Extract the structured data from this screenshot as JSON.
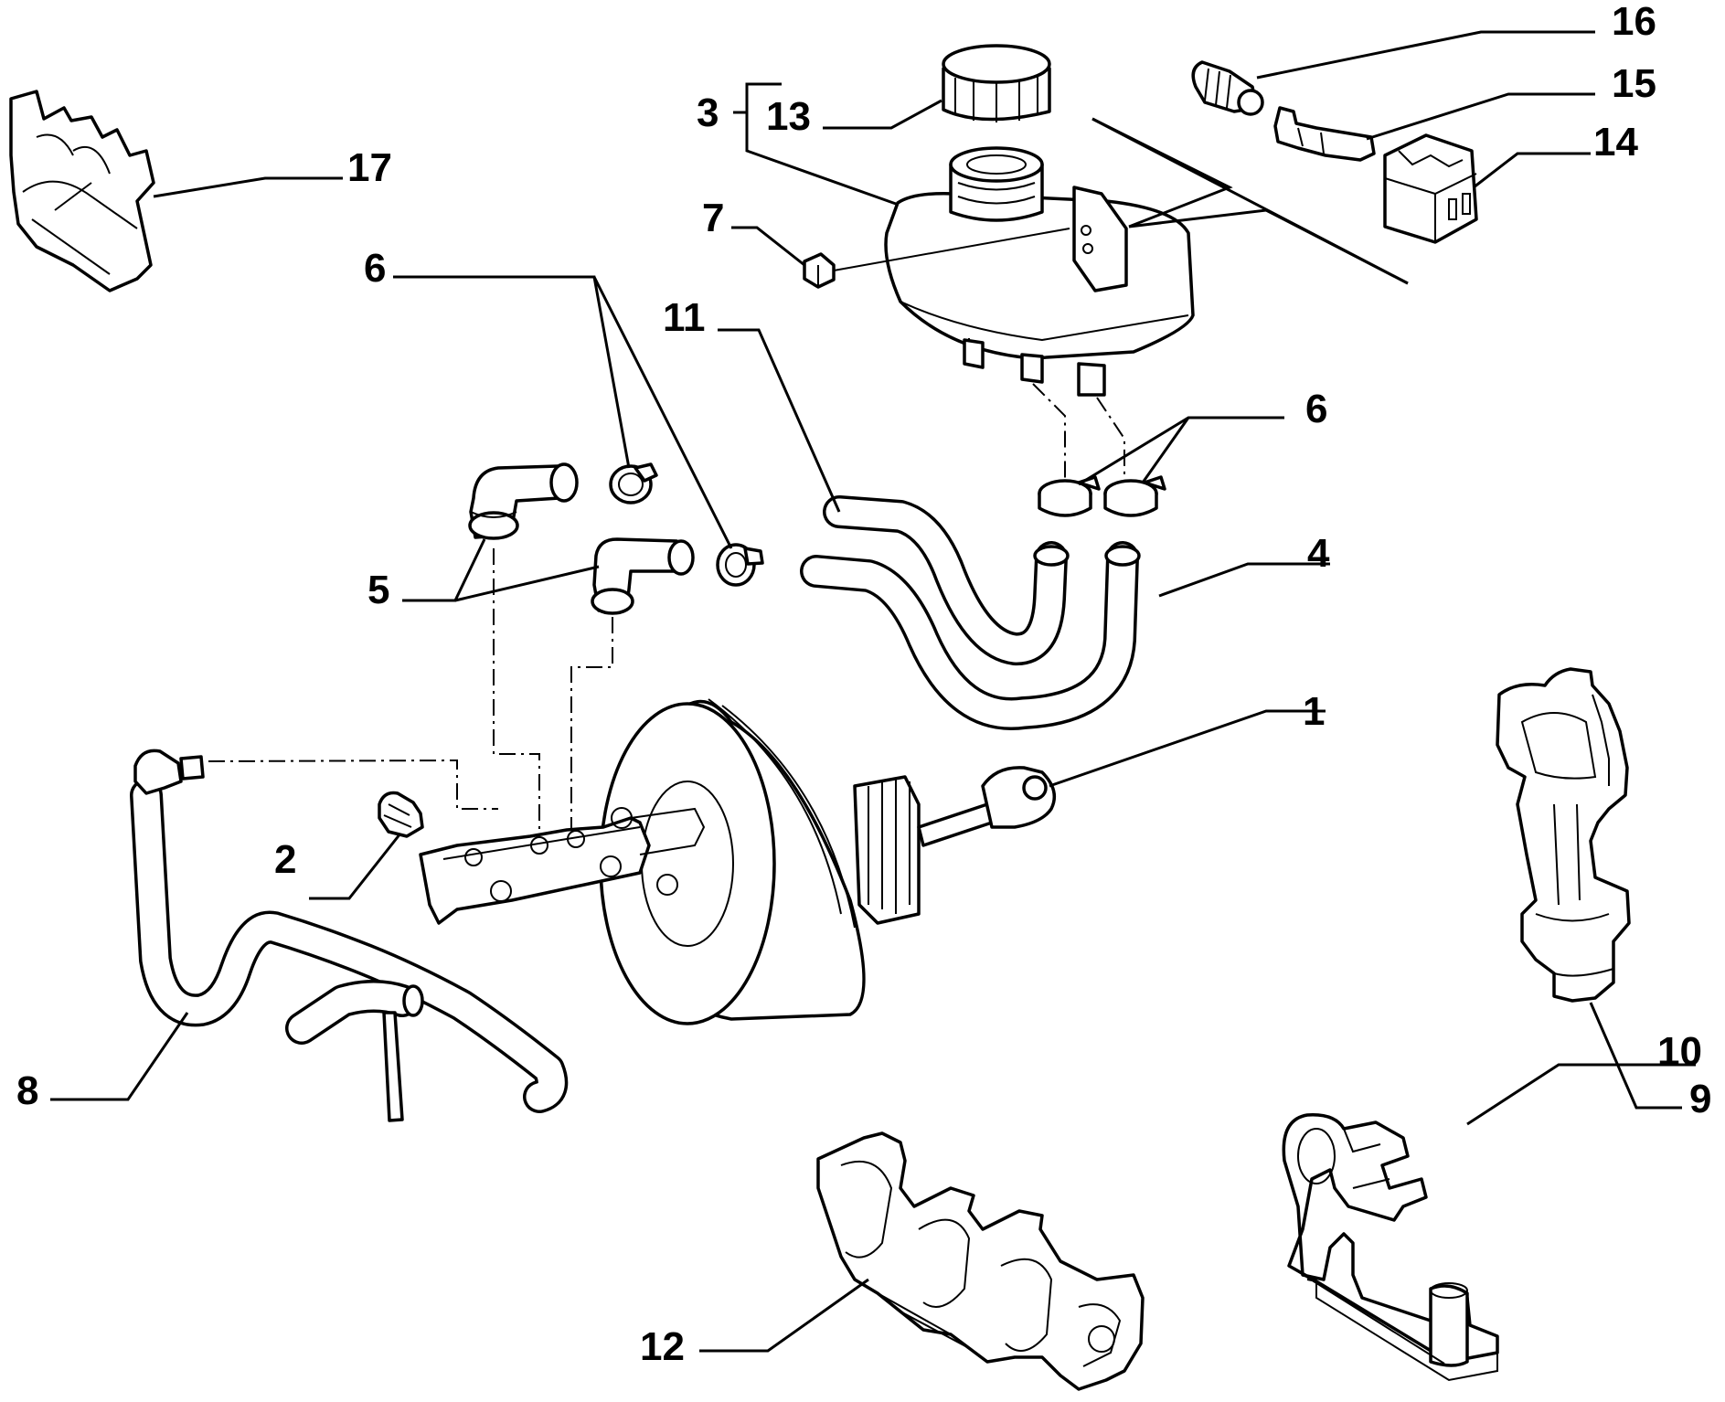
{
  "diagram": {
    "callouts": [
      {
        "id": "c1",
        "label": "1"
      },
      {
        "id": "c2",
        "label": "2"
      },
      {
        "id": "c3",
        "label": "3"
      },
      {
        "id": "c4",
        "label": "4"
      },
      {
        "id": "c5",
        "label": "5"
      },
      {
        "id": "c6a",
        "label": "6"
      },
      {
        "id": "c6b",
        "label": "6"
      },
      {
        "id": "c7",
        "label": "7"
      },
      {
        "id": "c8",
        "label": "8"
      },
      {
        "id": "c9",
        "label": "9"
      },
      {
        "id": "c10",
        "label": "10"
      },
      {
        "id": "c11",
        "label": "11"
      },
      {
        "id": "c12",
        "label": "12"
      },
      {
        "id": "c13",
        "label": "13"
      },
      {
        "id": "c14",
        "label": "14"
      },
      {
        "id": "c15",
        "label": "15"
      },
      {
        "id": "c16",
        "label": "16"
      },
      {
        "id": "c17",
        "label": "17"
      }
    ]
  }
}
